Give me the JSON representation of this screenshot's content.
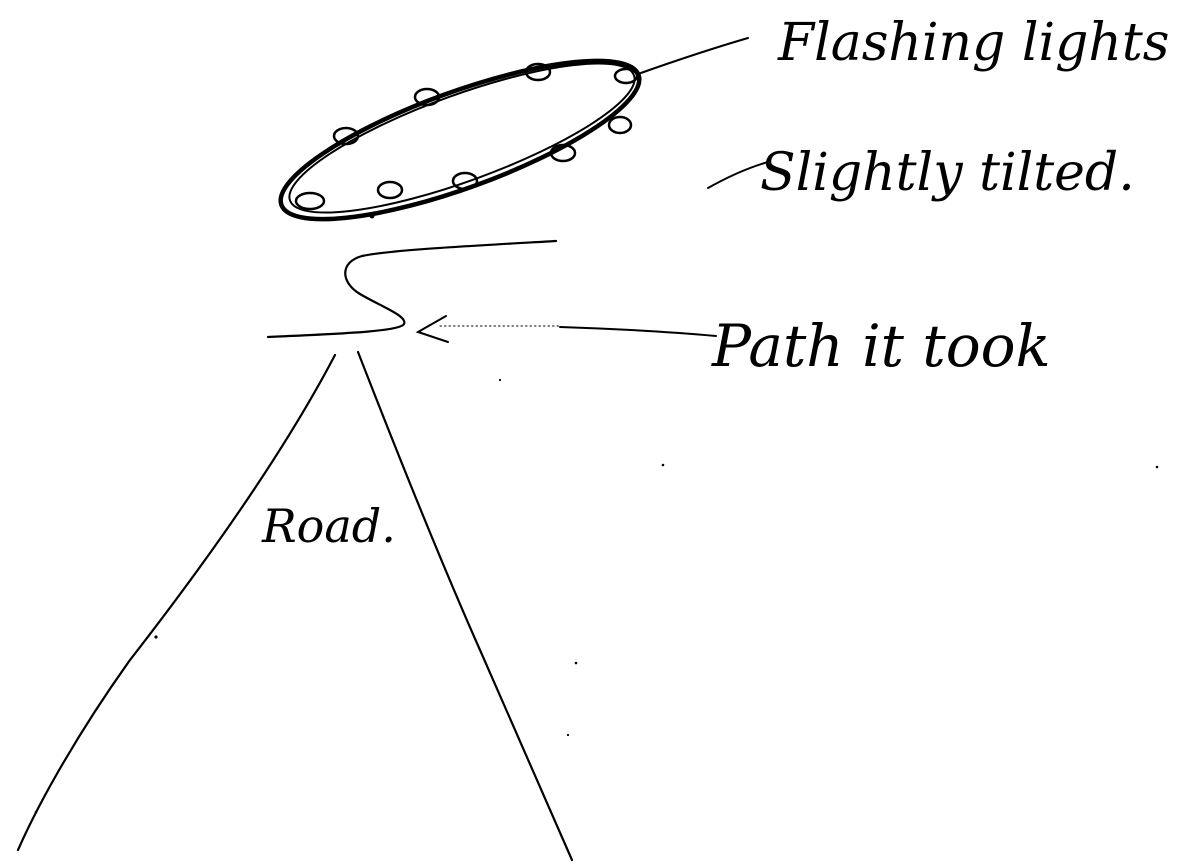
{
  "labels": {
    "lights": "Flashing lights",
    "tilt": "Slightly tilted.",
    "path": "Path it took",
    "road": "Road."
  },
  "colors": {
    "ink": "#000000",
    "paper": "#ffffff"
  }
}
